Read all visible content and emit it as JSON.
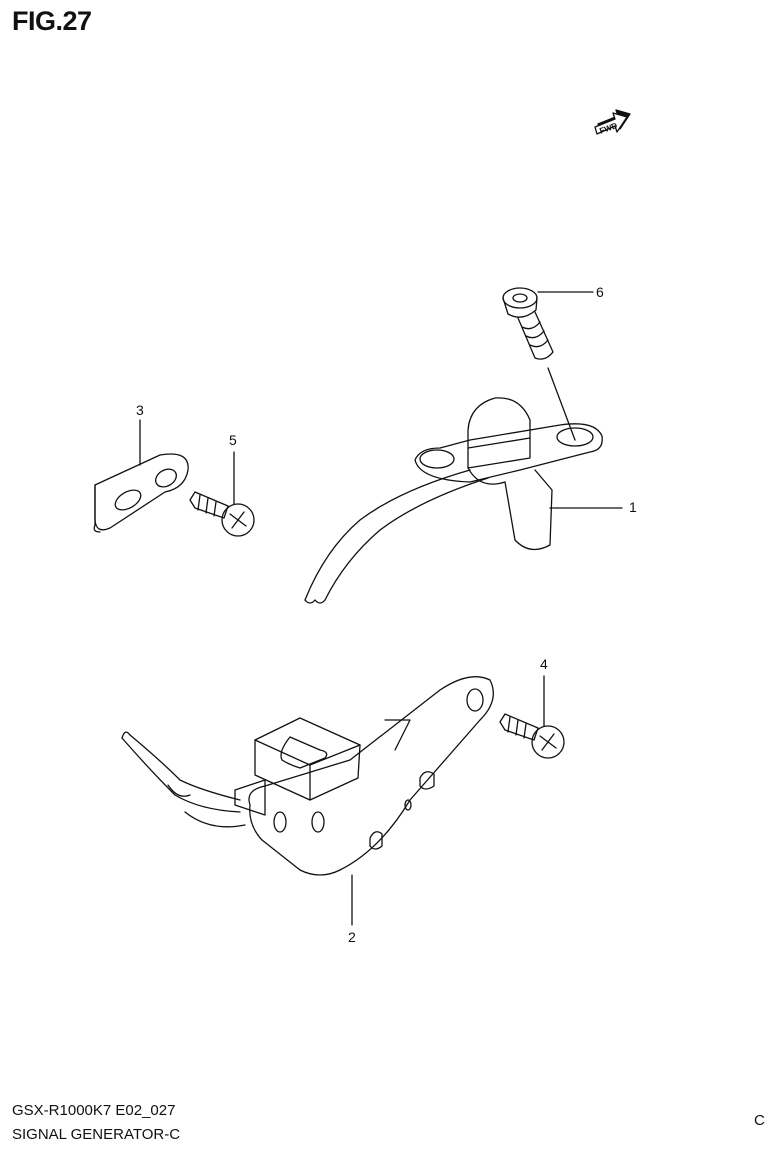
{
  "figure_title": "FIG.27",
  "fwd_label": "FWD",
  "callouts": {
    "p1": "1",
    "p2": "2",
    "p3": "3",
    "p4": "4",
    "p5": "5",
    "p6": "6"
  },
  "footer": {
    "model_code": "GSX-R1000K7 E02_027",
    "section_name": "SIGNAL GENERATOR-C",
    "edge_mark": "C"
  }
}
